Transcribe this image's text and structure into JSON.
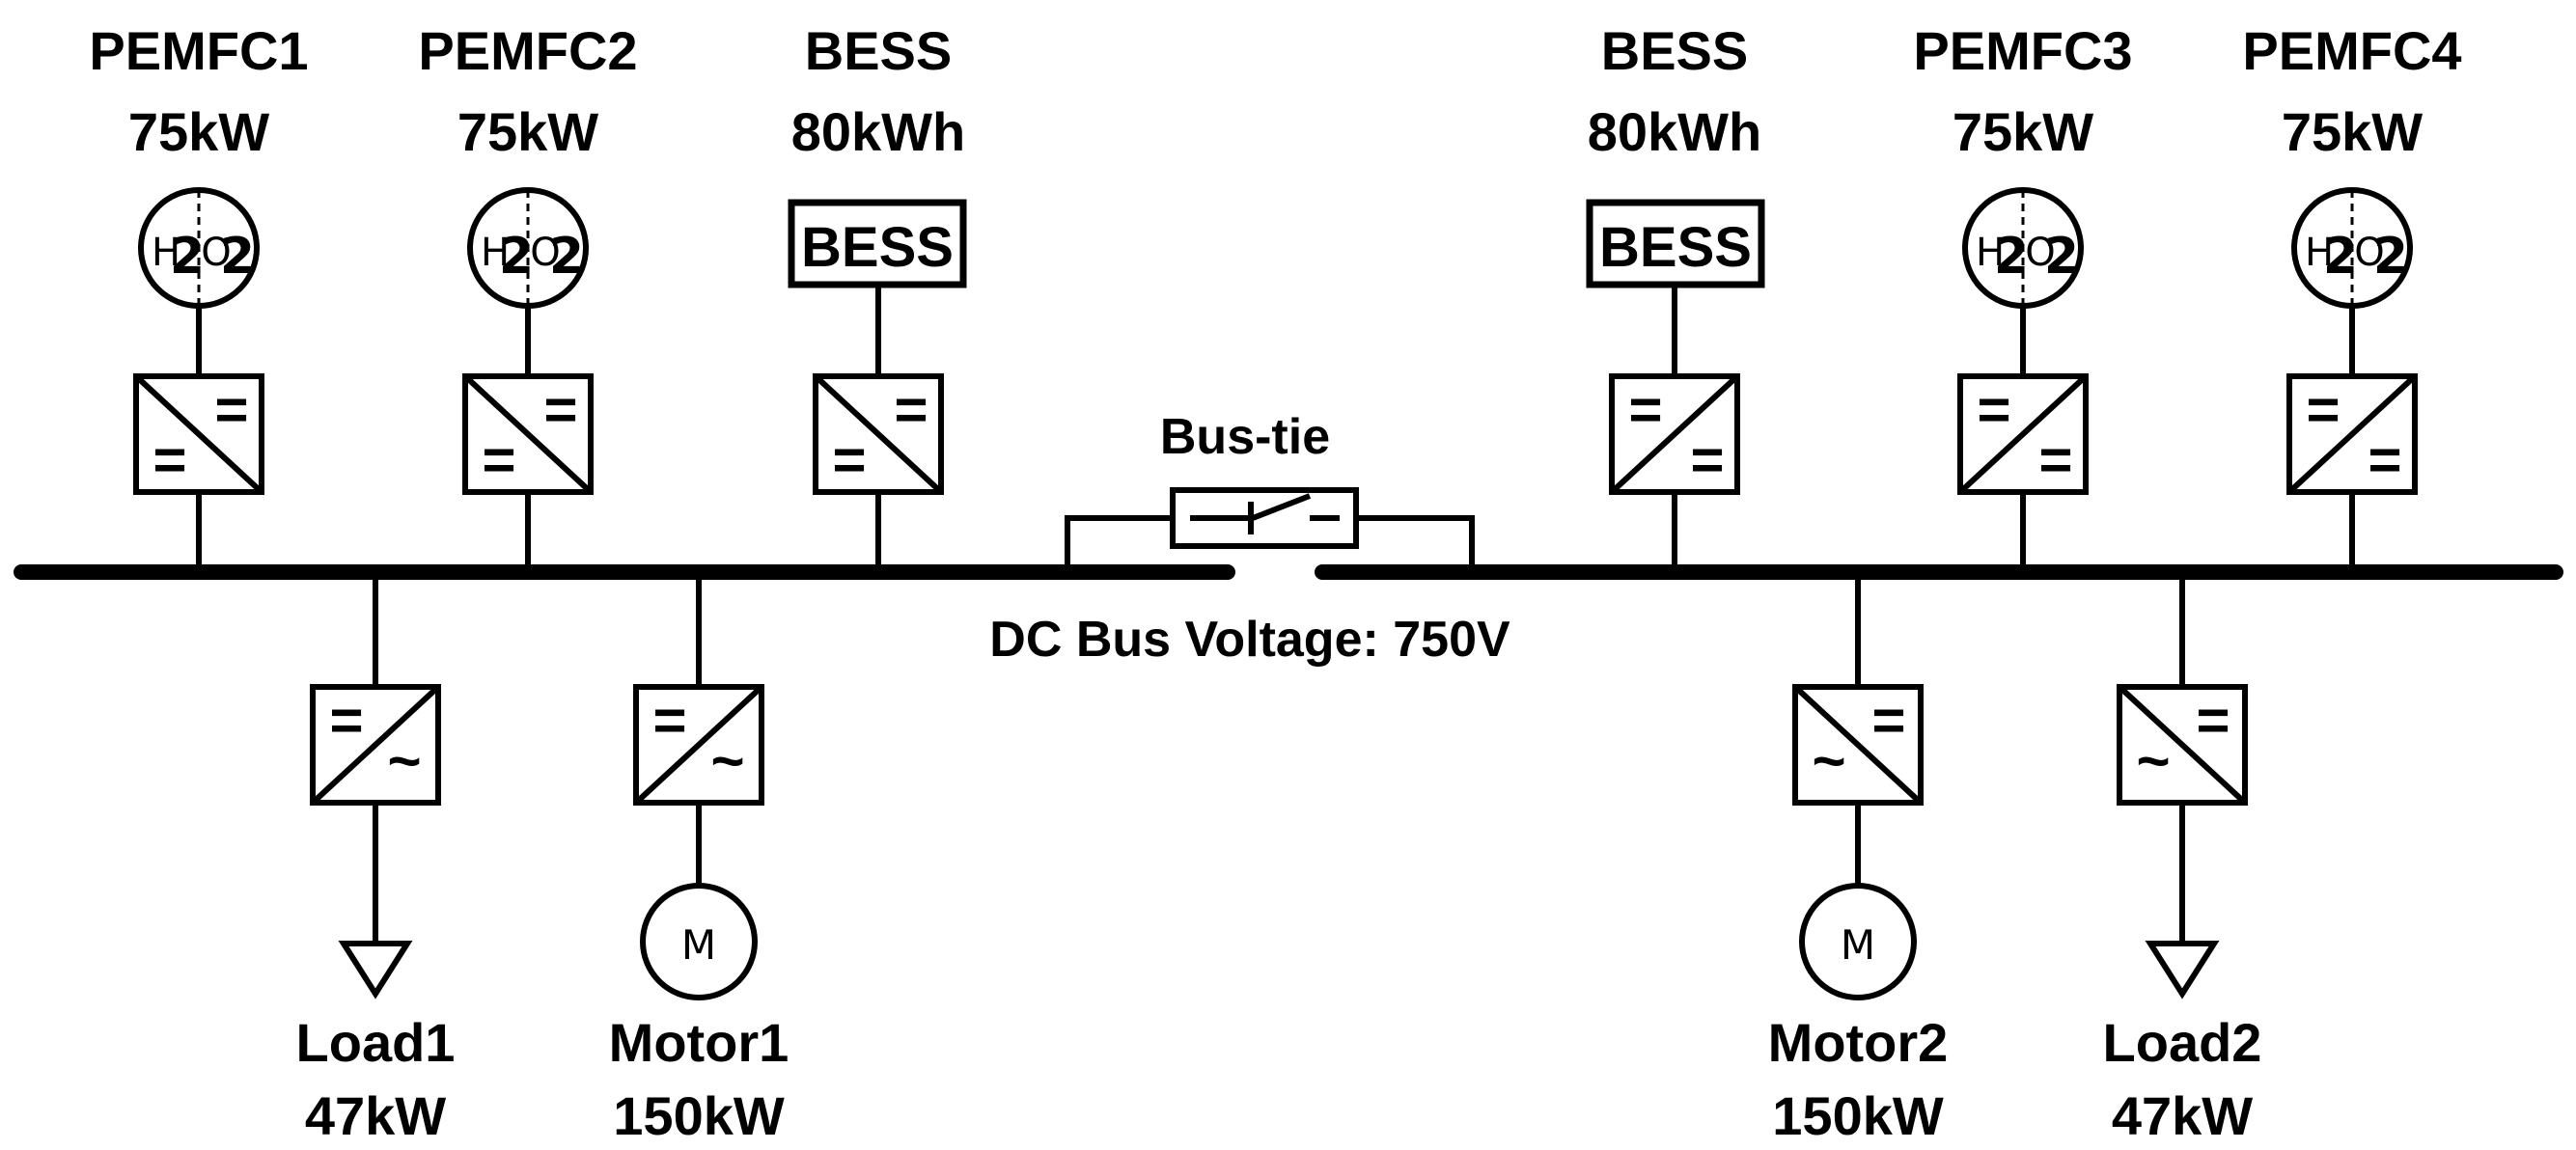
{
  "top_sources": [
    {
      "name": "PEMFC1",
      "rating": "75kW",
      "kind": "fc"
    },
    {
      "name": "PEMFC2",
      "rating": "75kW",
      "kind": "fc"
    },
    {
      "name": "BESS",
      "rating": "80kWh",
      "kind": "bess"
    },
    {
      "name": "BESS",
      "rating": "80kWh",
      "kind": "bess"
    },
    {
      "name": "PEMFC3",
      "rating": "75kW",
      "kind": "fc"
    },
    {
      "name": "PEMFC4",
      "rating": "75kW",
      "kind": "fc"
    }
  ],
  "bess_box_label": "BESS",
  "fc_symbol": {
    "h": "H",
    "o": "O",
    "sub": "2"
  },
  "converter_symbols": {
    "dc": "=",
    "ac": "~"
  },
  "bus_tie_label": "Bus-tie",
  "bus_voltage_label": "DC Bus Voltage: 750V",
  "motor_symbol": "M",
  "loads": [
    {
      "name": "Load1",
      "rating": "47kW",
      "kind": "load"
    },
    {
      "name": "Motor1",
      "rating": "150kW",
      "kind": "motor"
    },
    {
      "name": "Motor2",
      "rating": "150kW",
      "kind": "motor"
    },
    {
      "name": "Load2",
      "rating": "47kW",
      "kind": "load"
    }
  ]
}
